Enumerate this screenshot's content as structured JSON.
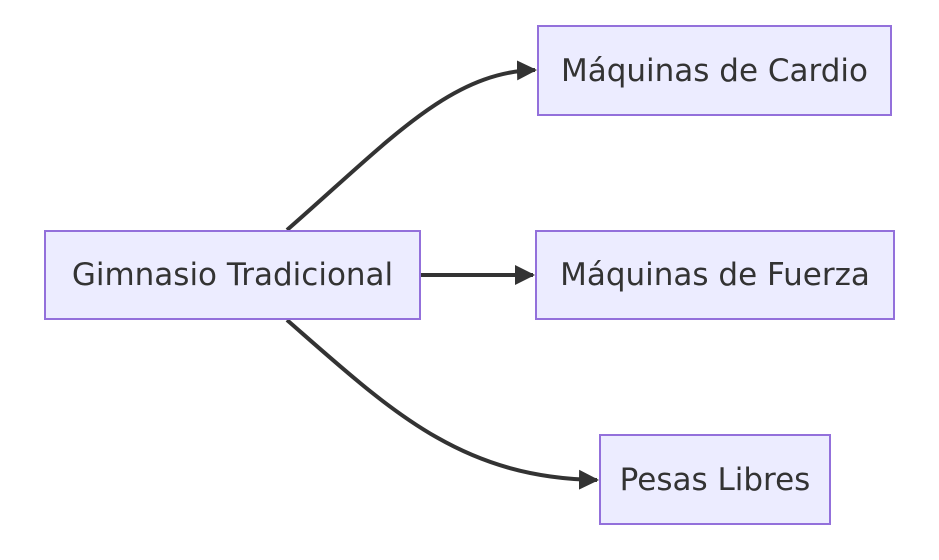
{
  "diagram": {
    "type": "flowchart",
    "direction": "LR",
    "nodes": [
      {
        "id": "root",
        "label": "Gimnasio Tradicional"
      },
      {
        "id": "cardio",
        "label": "Máquinas de Cardio"
      },
      {
        "id": "fuerza",
        "label": "Máquinas de Fuerza"
      },
      {
        "id": "pesas",
        "label": "Pesas Libres"
      }
    ],
    "edges": [
      {
        "from": "root",
        "to": "cardio"
      },
      {
        "from": "root",
        "to": "fuerza"
      },
      {
        "from": "root",
        "to": "pesas"
      }
    ],
    "colors": {
      "node_fill": "#ececff",
      "node_border": "#9370db",
      "text": "#333333",
      "edge": "#333333"
    }
  }
}
